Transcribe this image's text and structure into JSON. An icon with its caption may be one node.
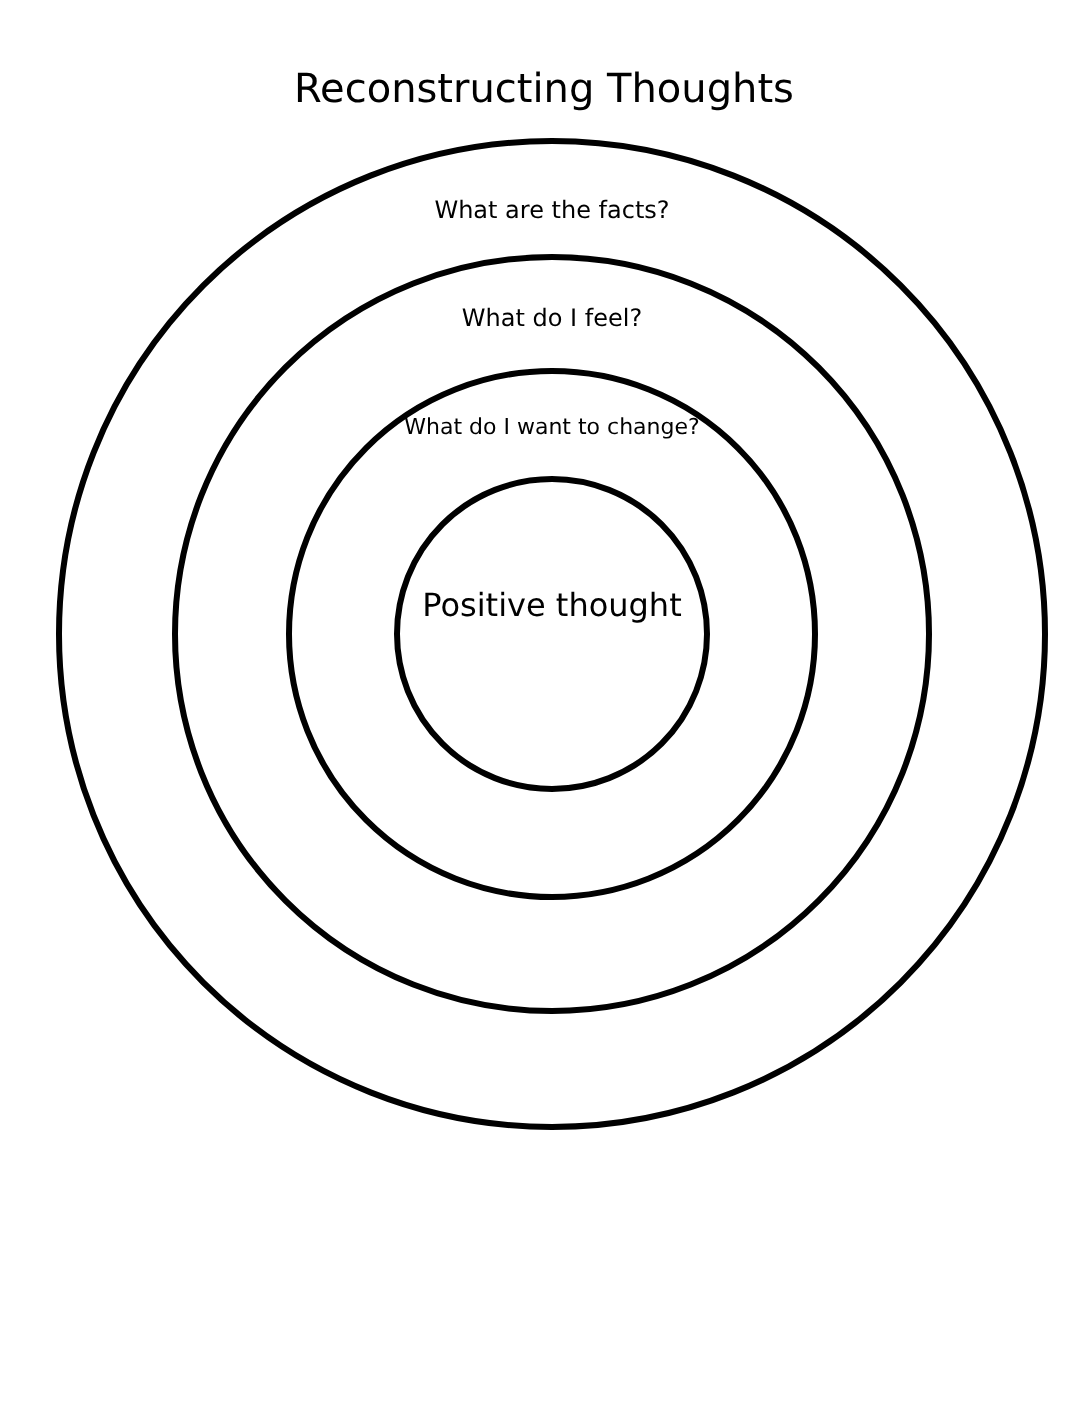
{
  "diagram": {
    "title": "Reconstructing Thoughts",
    "nodes": [
      {
        "text": [
          "What are the facts?"
        ]
      },
      {
        "text": [
          "What do I feel?"
        ],
        "in": 0
      },
      {
        "text": [
          "What do I want to change?"
        ],
        "in": 1
      },
      {
        "text": [
          "Positive thought"
        ],
        "in": 2
      }
    ],
    "edges": []
  }
}
